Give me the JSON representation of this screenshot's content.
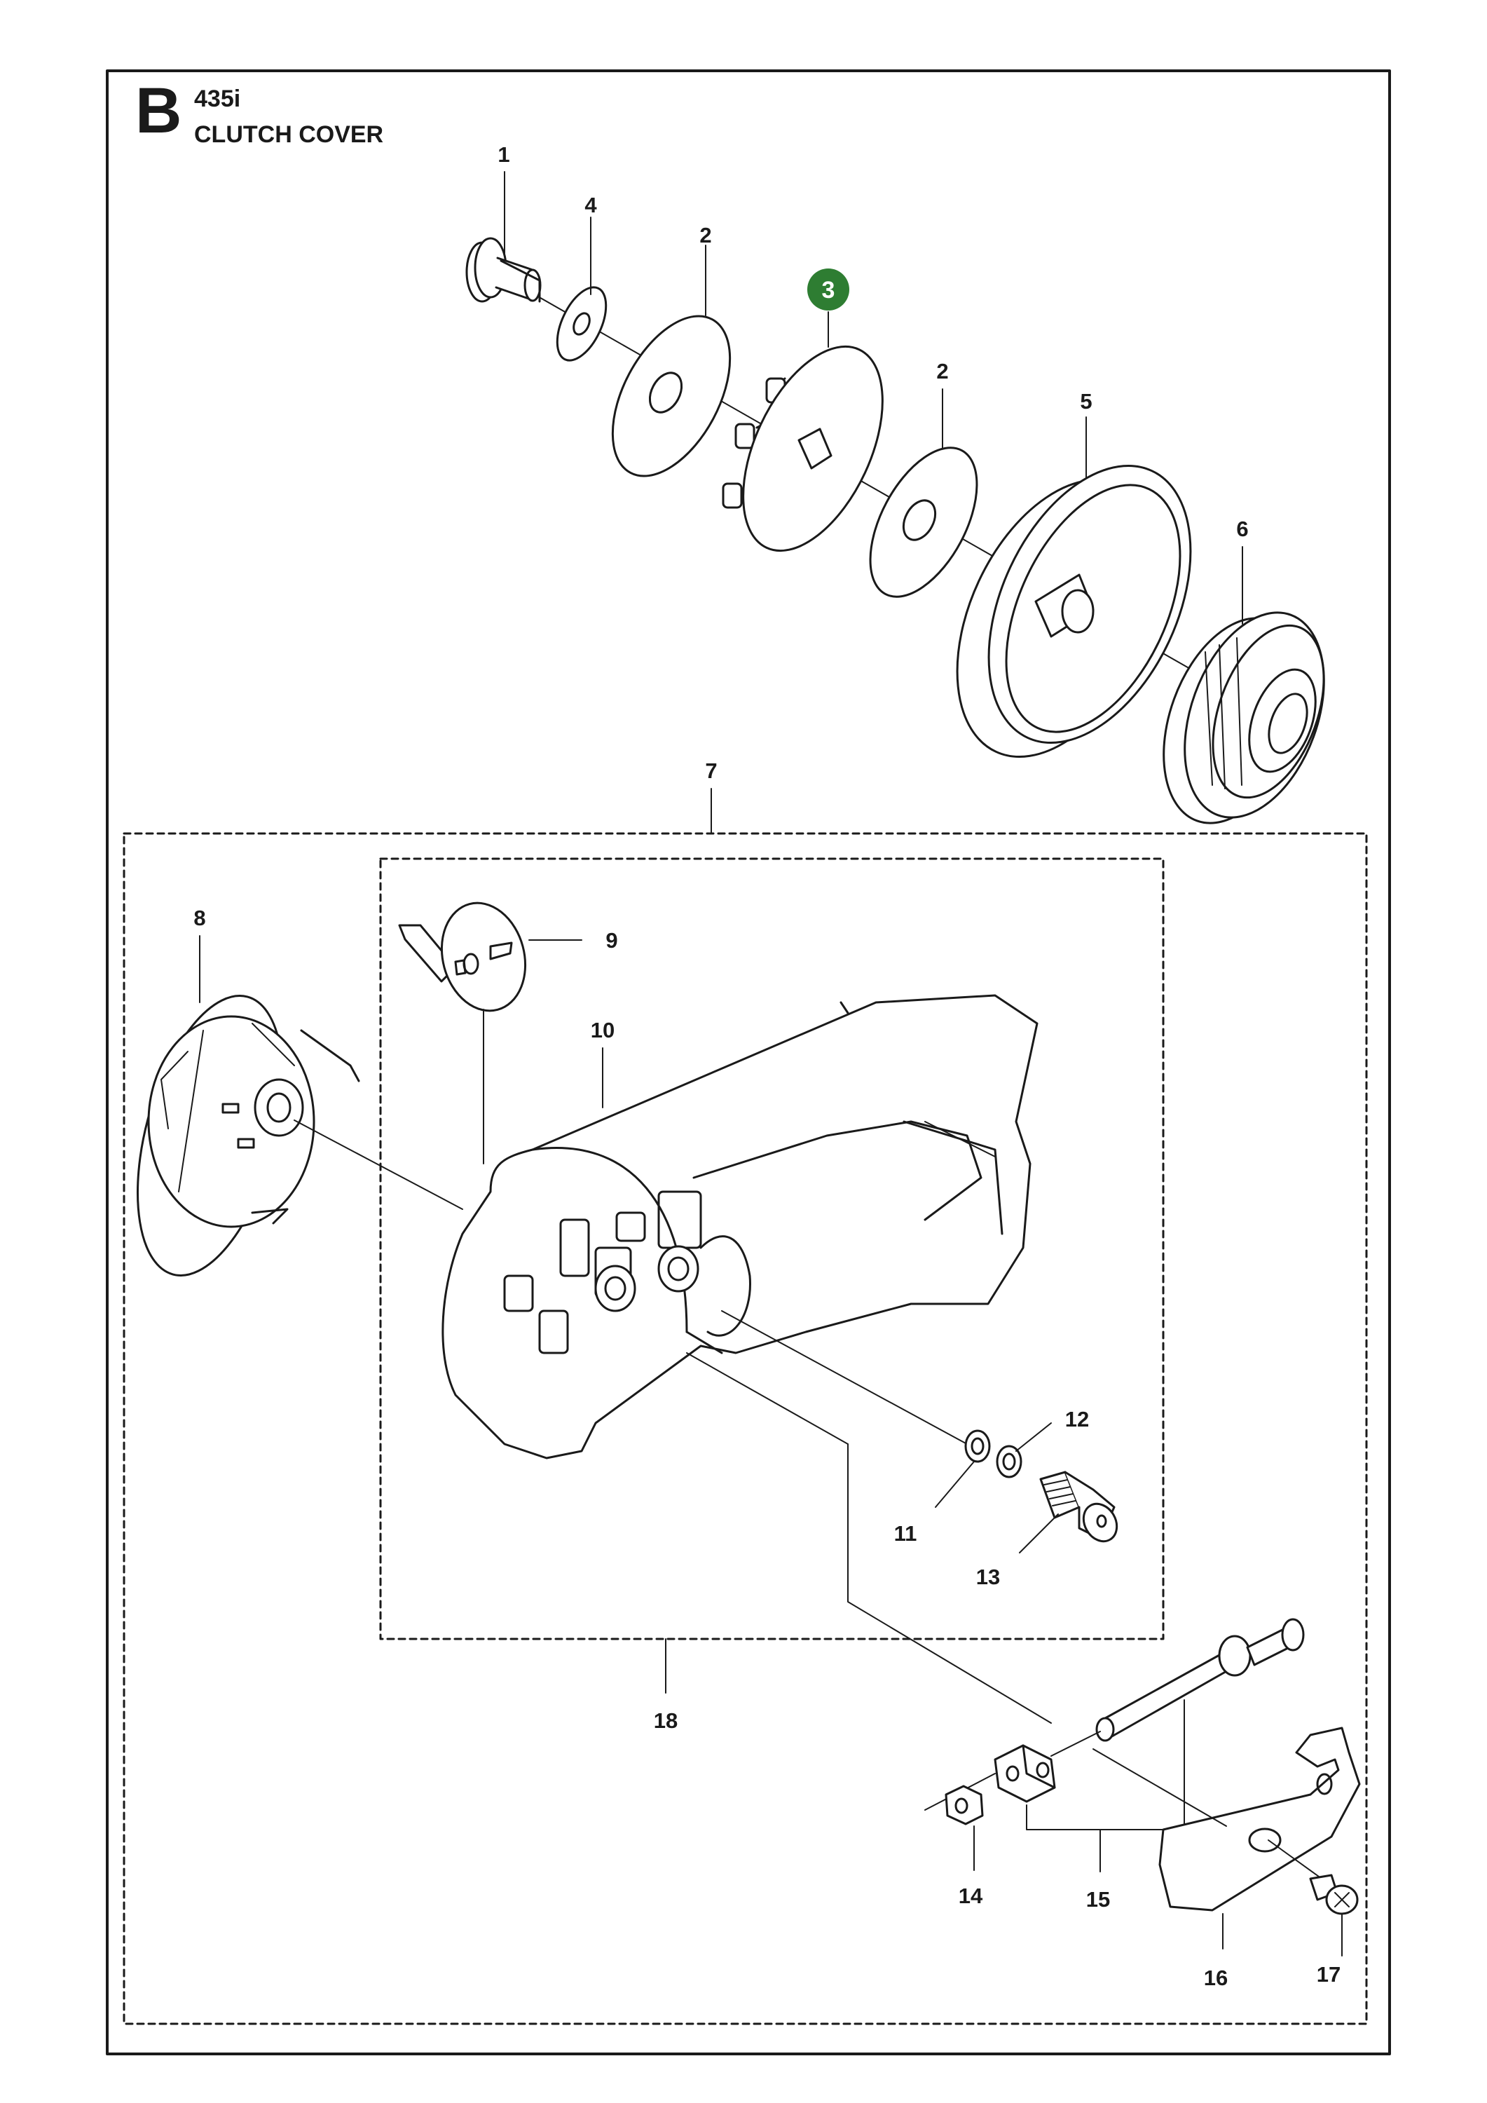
{
  "header": {
    "section": "B",
    "model": "435i",
    "title": "CLUTCH COVER"
  },
  "highlight_color": "#2e7d32",
  "callouts": [
    {
      "id": "1",
      "label": "1"
    },
    {
      "id": "2a",
      "label": "2"
    },
    {
      "id": "2b",
      "label": "2"
    },
    {
      "id": "3",
      "label": "3",
      "highlighted": true
    },
    {
      "id": "4",
      "label": "4"
    },
    {
      "id": "5",
      "label": "5"
    },
    {
      "id": "6",
      "label": "6"
    },
    {
      "id": "7",
      "label": "7"
    },
    {
      "id": "8",
      "label": "8"
    },
    {
      "id": "9",
      "label": "9"
    },
    {
      "id": "10",
      "label": "10"
    },
    {
      "id": "11",
      "label": "11"
    },
    {
      "id": "12",
      "label": "12"
    },
    {
      "id": "13",
      "label": "13"
    },
    {
      "id": "14",
      "label": "14"
    },
    {
      "id": "15",
      "label": "15"
    },
    {
      "id": "16",
      "label": "16"
    },
    {
      "id": "17",
      "label": "17"
    },
    {
      "id": "18",
      "label": "18"
    }
  ]
}
